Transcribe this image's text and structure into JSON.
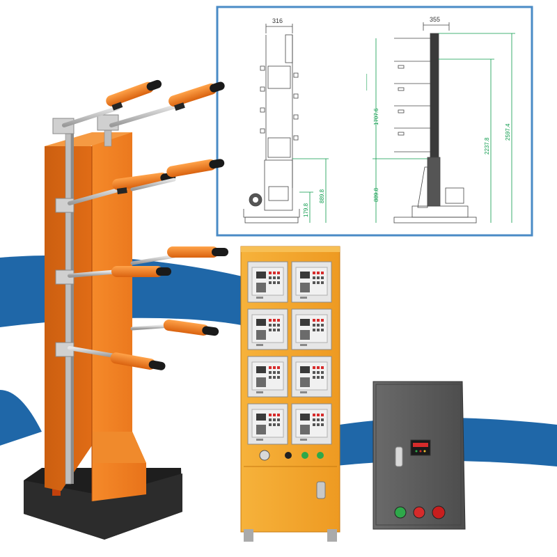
{
  "colors": {
    "accent_blue": "#1f67a8",
    "tower_orange": "#f07d1e",
    "gun_orange": "#ee7a1c",
    "cabinet_orange": "#f3a12a",
    "cabinet_gray": "#5c5c5c",
    "drawing_frame": "#4a8bc6",
    "dimension_green": "#0a9a4a"
  },
  "drawing": {
    "front_view": {
      "width_dim": "316",
      "dim_a": "179.8",
      "dim_b": "889.8"
    },
    "side_view": {
      "width_dim": "355",
      "dim_upper": "1707.6",
      "dim_lower": "889.8",
      "dim_mid": "2237.8",
      "dim_total": "2597.4"
    }
  },
  "controller_cabinet": {
    "module_count": 8
  },
  "electric_box": {
    "buttons": [
      "green-button",
      "red-button",
      "red-stop-button"
    ]
  }
}
